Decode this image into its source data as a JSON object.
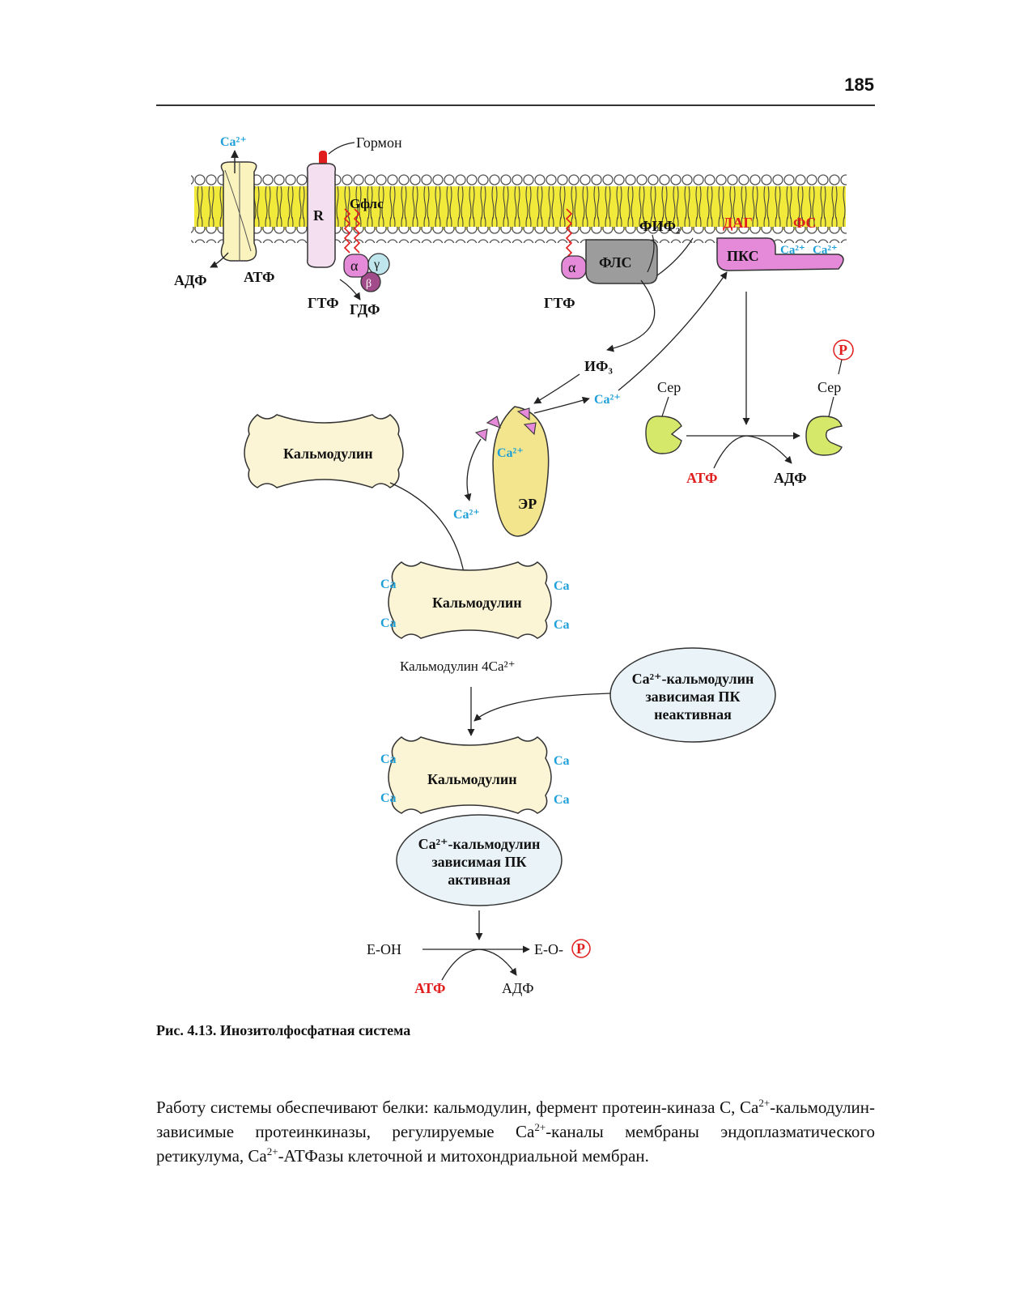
{
  "page_number": "185",
  "figure": {
    "caption": "Рис. 4.13. Инозитолфосфатная система",
    "labels": {
      "ca_channel_top": "Ca²⁺",
      "hormone": "Гормон",
      "receptor": "R",
      "g_protein": "Gфлс",
      "alpha": "α",
      "gamma": "γ",
      "beta": "β",
      "adp_left": "АДФ",
      "atp_left": "АТФ",
      "gtp_left": "ГТФ",
      "gdp_left": "ГДФ",
      "alpha_2": "α",
      "plc": "ФЛС",
      "gtp_right": "ГТФ",
      "pip2": "ФИФ₂",
      "dag": "ДАГ",
      "ps": "ФС",
      "pkc": "ПКС",
      "pkc_ca_1": "Ca²⁺",
      "pkc_ca_2": "Ca²⁺",
      "ip3": "ИФ₃",
      "ca_released": "Ca²⁺",
      "ser_left": "Сер",
      "ser_right": "Сер",
      "phosphate_top": "P",
      "atp_ser": "АТФ",
      "adp_ser": "АДФ",
      "calmodulin_free": "Кальмодулин",
      "er_ca": "Ca²⁺",
      "er": "ЭР",
      "ca_from_er": "Ca²⁺",
      "ca_symbol": "Ca",
      "calmodulin_bound": "Кальмодулин",
      "calmodulin_4ca": "Кальмодулин 4Ca²⁺",
      "pk_inactive_line1": "Ca²⁺-кальмодулин",
      "pk_inactive_line2": "зависимая ПК",
      "pk_inactive_line3": "неактивная",
      "calmodulin_complex": "Кальмодулин",
      "pk_active_line1": "Ca²⁺-кальмодулин",
      "pk_active_line2": "зависимая ПК",
      "pk_active_line3": "активная",
      "e_oh": "Е-ОН",
      "e_o": "Е-О-",
      "phosphate_bottom": "P",
      "atp_bottom": "АТФ",
      "adp_bottom": "АДФ"
    }
  },
  "body": {
    "p1": "Работу системы обеспечивают белки: кальмодулин, фермент протеин-киназа С, Ca",
    "sup1": "2+",
    "p2": "-кальмодулин-зависимые протеинкиназы, регулируемые Ca",
    "sup2": "2+",
    "p3": "-каналы мембраны эндоплазматического ретикулума, Ca",
    "sup3": "2+",
    "p4": "-АТФазы клеточной и митохондриальной мембран."
  },
  "colors": {
    "membrane": "#f2ea3a",
    "accent_red": "#e01e1e",
    "accent_cyan": "#1e9fd8",
    "pink": "#e58ad9",
    "pale_yellow": "#fbf5d6",
    "pale_blue": "#eaf4f8",
    "grey": "#9c9c9c",
    "green_yellow": "#d6e86a"
  }
}
